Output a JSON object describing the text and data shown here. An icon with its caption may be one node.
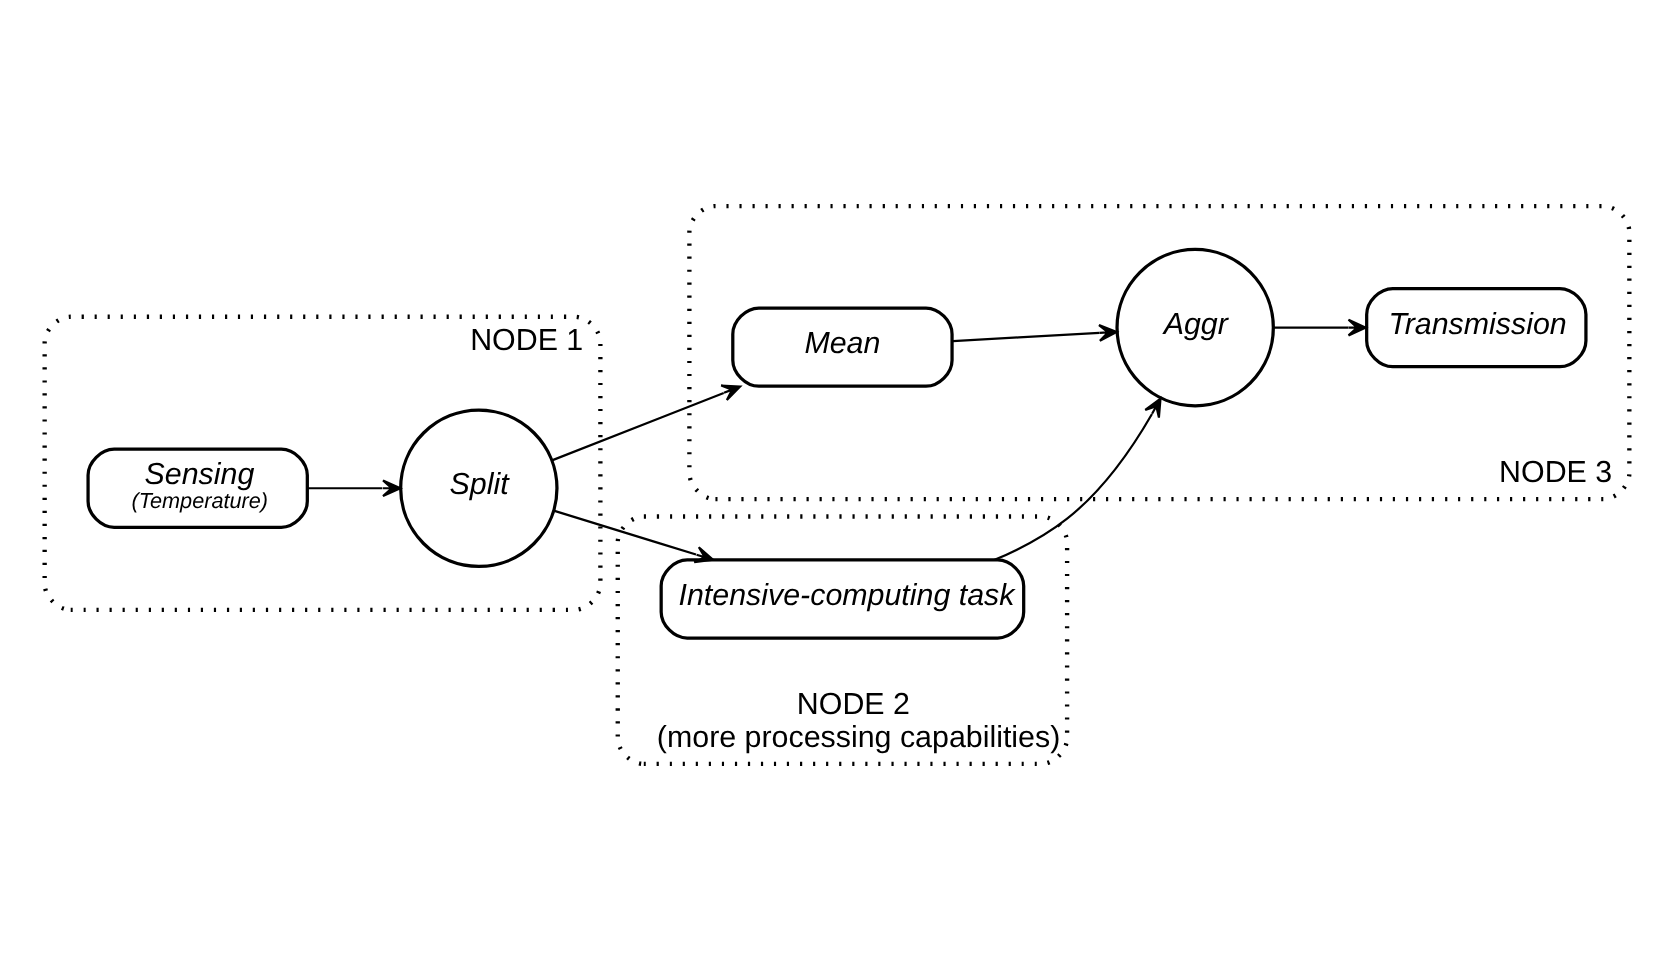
{
  "diagram": {
    "nodes": [
      {
        "text": [
          "NODE 1"
        ]
      },
      {
        "text": [
          "Sensing",
          "(Temperature)"
        ],
        "in": 0
      },
      {
        "text": [
          "Split"
        ],
        "in": 0
      },
      {
        "text": [
          "NODE 3"
        ]
      },
      {
        "text": [
          "Mean"
        ],
        "in": 3
      },
      {
        "text": [
          "Aggr"
        ],
        "in": 3
      },
      {
        "text": [
          "Transmission"
        ],
        "in": 3
      },
      {
        "text": [
          "NODE 2",
          "(more processing capabilities)"
        ]
      },
      {
        "text": [
          "Intensive-computing task"
        ],
        "in": 7
      }
    ],
    "edges": [
      {
        "from": 1,
        "to": 2,
        "arrow": "to"
      },
      {
        "from": 2,
        "to": 4,
        "arrow": "to"
      },
      {
        "from": 2,
        "to": 8,
        "arrow": "to"
      },
      {
        "from": 4,
        "to": 5,
        "arrow": "to"
      },
      {
        "from": 5,
        "to": 6,
        "arrow": "to"
      },
      {
        "from": 8,
        "to": 5,
        "arrow": "to"
      }
    ]
  }
}
